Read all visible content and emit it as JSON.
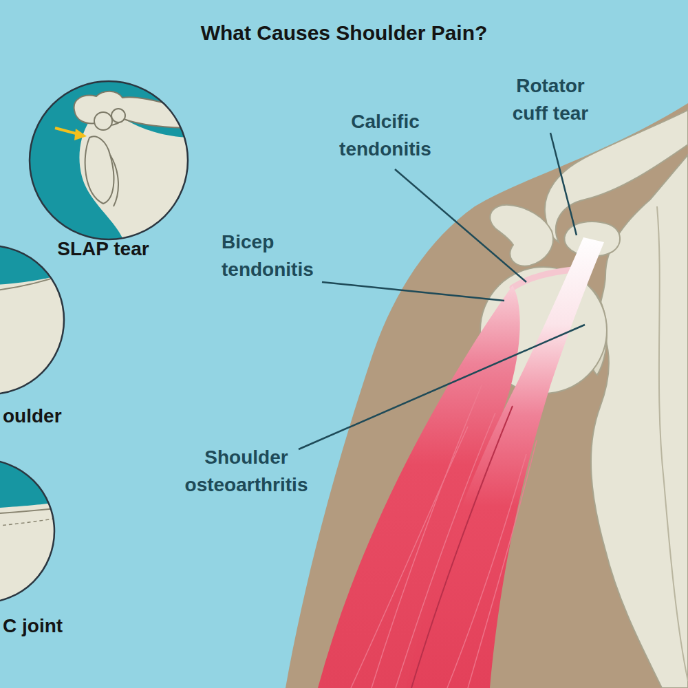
{
  "diagram": {
    "title": "What Causes Shoulder Pain?",
    "labels": [
      "SLAP tear",
      "oulder",
      "C joint",
      "Rotator cuff tear",
      "Calcific tendonitis",
      "Bicep tendonitis",
      "Shoulder osteoarthritis"
    ]
  }
}
